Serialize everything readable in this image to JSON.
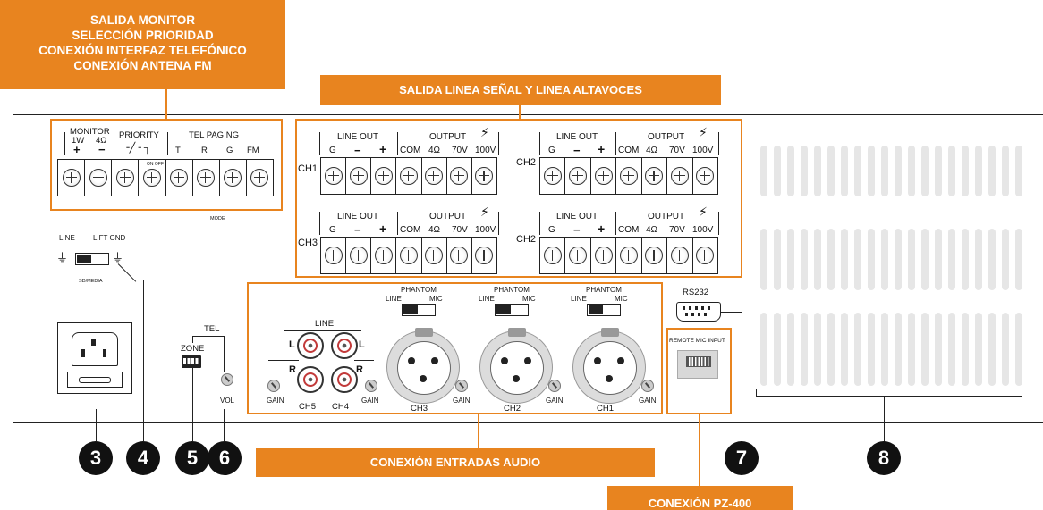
{
  "callouts": {
    "top_left": [
      "SALIDA  MONITOR",
      "SELECCIÓN PRIORIDAD",
      "CONEXIÓN INTERFAZ TELEFÓNICO",
      "CONEXIÓN ANTENA FM"
    ],
    "top_right": "SALIDA LINEA SEÑAL  Y LINEA ALTAVOCES",
    "bottom_mid": "CONEXIÓN ENTRADAS AUDIO",
    "bottom_right": "CONEXIÓN PZ-400"
  },
  "numbers": [
    "3",
    "4",
    "5",
    "6",
    "7",
    "8"
  ],
  "left_block": {
    "monitor": "MONITOR",
    "monitor_1w": "1W",
    "monitor_4ohm": "4Ω",
    "plus": "+",
    "minus": "−",
    "priority": "PRIORITY",
    "tel_paging": "TEL PAGING",
    "t": "T",
    "r": "R",
    "g": "G",
    "fm": "FM",
    "mode": "MODE",
    "tiny_label": "ON OFF"
  },
  "output_block": {
    "line_out": "LINE OUT",
    "output": "OUTPUT",
    "g": "G",
    "minus": "−",
    "plus": "+",
    "com": "COM",
    "ohm": "4Ω",
    "v70": "70V",
    "v100": "100V",
    "ch1": "CH1",
    "ch2_top": "CH2",
    "ch3": "CH3",
    "ch2_bottom": "CH2"
  },
  "ground": {
    "line": "LINE",
    "lift_gnd": "LIFT GND",
    "sd_media": "SD/MEDIA"
  },
  "zone_tel": {
    "zone": "ZONE",
    "tel": "TEL",
    "vol": "VOL"
  },
  "inputs": {
    "line": "LINE",
    "l": "L",
    "r": "R",
    "gain": "GAIN",
    "ch5": "CH5",
    "ch4": "CH4",
    "ch3": "CH3",
    "ch2": "CH2",
    "ch1": "CH1",
    "phantom": "PHANTOM",
    "line_sw": "LINE",
    "mic_sw": "MIC"
  },
  "remote": {
    "rs232": "RS232",
    "remote_mic_input": "REMOTE MIC INPUT"
  }
}
